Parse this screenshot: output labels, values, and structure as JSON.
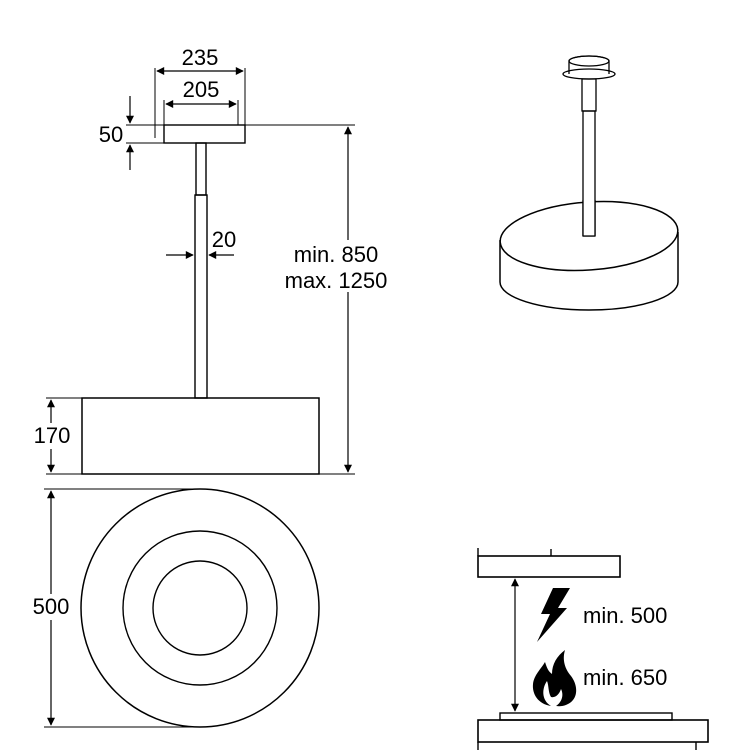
{
  "dimensions": {
    "outer_canopy_width": "235",
    "inner_canopy_width": "205",
    "canopy_height": "50",
    "pole_diameter": "20",
    "length_min": "min. 850",
    "length_max": "max. 1250",
    "hood_height": "170",
    "hood_diameter": "500"
  },
  "clearances": {
    "electric_min": "min. 500",
    "gas_min": "min. 650"
  },
  "icons": {
    "electric": "lightning-bolt-icon",
    "gas": "flame-icon"
  },
  "colors": {
    "line": "#000000",
    "background": "#ffffff"
  }
}
